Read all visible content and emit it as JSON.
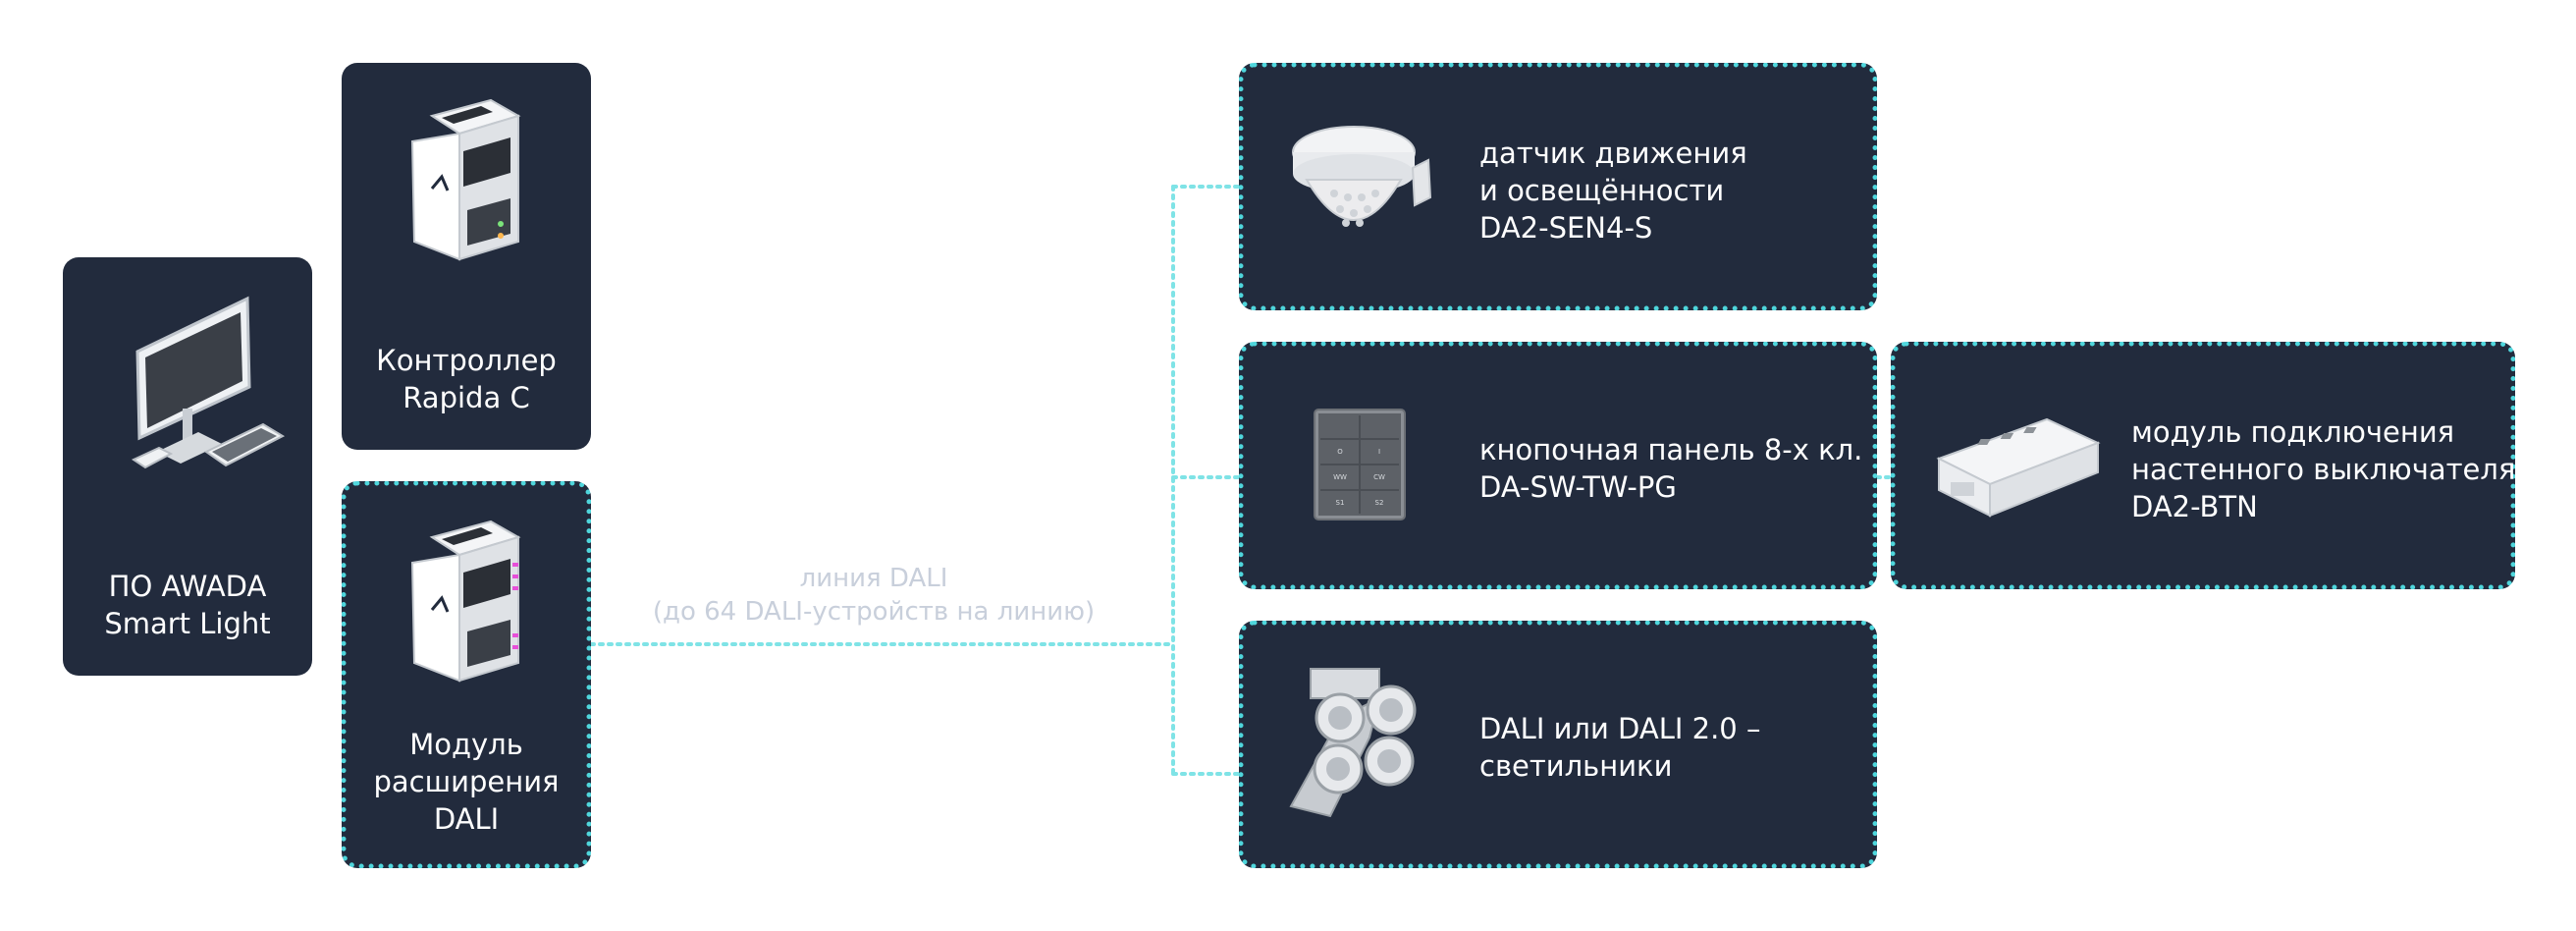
{
  "software": {
    "line1": "ПО AWADA",
    "line2": "Smart Light"
  },
  "controller": {
    "line1": "Контроллер",
    "line2": "Rapida C"
  },
  "module": {
    "line1": "Модуль",
    "line2": "расширения",
    "line3": "DALI"
  },
  "dali_line": {
    "line1": "линия DALI",
    "line2": "(до 64 DALI-устройств на линию)"
  },
  "sensor": {
    "line1": "датчик движения",
    "line2": "и освещённости",
    "line3": "DA2-SEN4-S"
  },
  "panel": {
    "line1": "кнопочная панель 8-х кл.",
    "line2": "DA-SW-TW-PG",
    "keys": [
      "O",
      "I",
      "WW",
      "CW",
      "S1",
      "S2"
    ]
  },
  "luminaires": {
    "line1": "DALI или DALI 2.0 –",
    "line2": "светильники"
  },
  "button_module": {
    "line1": "модуль подключения",
    "line2": "настенного выключателя",
    "line3": "DA2-BTN"
  },
  "colors": {
    "card_bg": "#222b3d",
    "dotted_accent": "#4fd6dc",
    "caption": "#c8cfdb"
  }
}
